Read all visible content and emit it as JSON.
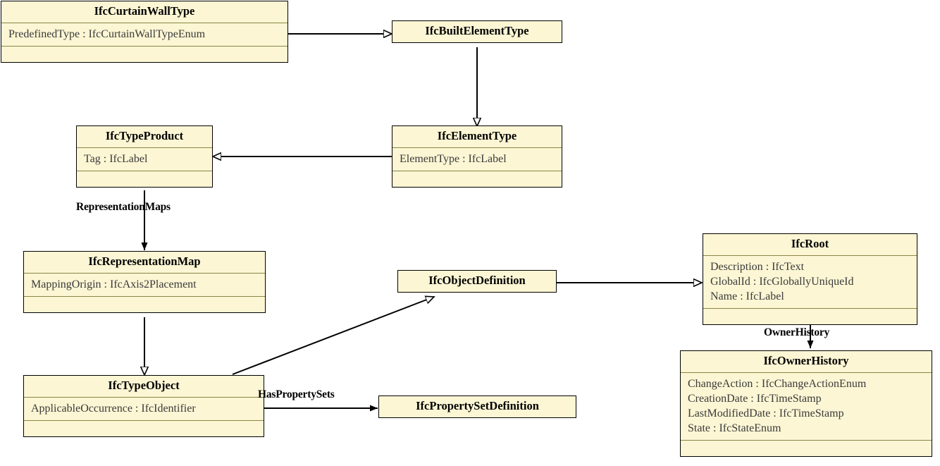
{
  "diagram": {
    "type": "uml-class-diagram",
    "palette": {
      "box_fill": "#fcf6d4",
      "box_border": "#000000",
      "section_divider": "#8a8547",
      "attr_text": "#3a3a3a",
      "background": "#ffffff",
      "edge": "#000000"
    },
    "classes": [
      {
        "id": "IfcCurtainWallType",
        "title": "IfcCurtainWallType",
        "attributes": [
          "PredefinedType : IfcCurtainWallTypeEnum"
        ],
        "has_empty_section": true
      },
      {
        "id": "IfcBuiltElementType",
        "title": "IfcBuiltElementType",
        "attributes": [],
        "has_empty_section": false
      },
      {
        "id": "IfcTypeProduct",
        "title": "IfcTypeProduct",
        "attributes": [
          "Tag : IfcLabel"
        ],
        "has_empty_section": true
      },
      {
        "id": "IfcElementType",
        "title": "IfcElementType",
        "attributes": [
          "ElementType : IfcLabel"
        ],
        "has_empty_section": true
      },
      {
        "id": "IfcRepresentationMap",
        "title": "IfcRepresentationMap",
        "attributes": [
          "MappingOrigin : IfcAxis2Placement"
        ],
        "has_empty_section": true
      },
      {
        "id": "IfcObjectDefinition",
        "title": "IfcObjectDefinition",
        "attributes": [],
        "has_empty_section": false
      },
      {
        "id": "IfcRoot",
        "title": "IfcRoot",
        "attributes": [
          "Description : IfcText",
          "GlobalId : IfcGloballyUniqueId",
          "Name : IfcLabel"
        ],
        "has_empty_section": true
      },
      {
        "id": "IfcTypeObject",
        "title": "IfcTypeObject",
        "attributes": [
          "ApplicableOccurrence : IfcIdentifier"
        ],
        "has_empty_section": true
      },
      {
        "id": "IfcPropertySetDefinition",
        "title": "IfcPropertySetDefinition",
        "attributes": [],
        "has_empty_section": false
      },
      {
        "id": "IfcOwnerHistory",
        "title": "IfcOwnerHistory",
        "attributes": [
          "ChangeAction : IfcChangeActionEnum",
          "CreationDate : IfcTimeStamp",
          "LastModifiedDate : IfcTimeStamp",
          "State : IfcStateEnum"
        ],
        "has_empty_section": true
      }
    ],
    "edge_labels": [
      {
        "id": "representation-maps",
        "text": "RepresentationMaps"
      },
      {
        "id": "owner-history",
        "text": "OwnerHistory"
      },
      {
        "id": "has-property-sets",
        "text": "HasPropertySets"
      }
    ],
    "relations": [
      {
        "from": "IfcCurtainWallType",
        "to": "IfcBuiltElementType",
        "kind": "generalization"
      },
      {
        "from": "IfcBuiltElementType",
        "to": "IfcElementType",
        "kind": "generalization"
      },
      {
        "from": "IfcElementType",
        "to": "IfcTypeProduct",
        "kind": "generalization"
      },
      {
        "from": "IfcTypeProduct",
        "to": "IfcRepresentationMap",
        "kind": "association",
        "label": "RepresentationMaps"
      },
      {
        "from": "IfcRepresentationMap",
        "to": "IfcTypeObject",
        "kind": "generalization"
      },
      {
        "from": "IfcTypeObject",
        "to": "IfcObjectDefinition",
        "kind": "generalization"
      },
      {
        "from": "IfcObjectDefinition",
        "to": "IfcRoot",
        "kind": "generalization"
      },
      {
        "from": "IfcTypeObject",
        "to": "IfcPropertySetDefinition",
        "kind": "association",
        "label": "HasPropertySets"
      },
      {
        "from": "IfcRoot",
        "to": "IfcOwnerHistory",
        "kind": "association",
        "label": "OwnerHistory"
      }
    ]
  }
}
